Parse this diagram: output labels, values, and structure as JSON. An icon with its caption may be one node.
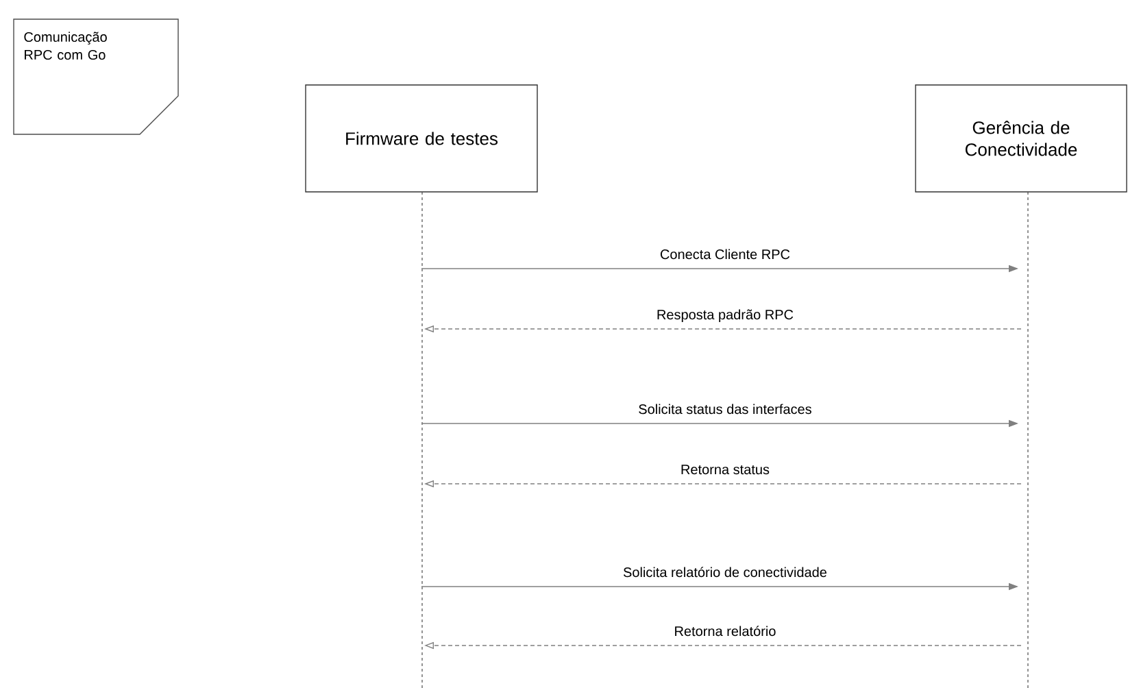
{
  "diagram": {
    "nodes": [
      {
        "text": [
          "Comunicação RPC com Go"
        ]
      },
      {
        "text": [
          "Firmware de testes"
        ]
      },
      {
        "text": [
          "Gerência de Conectividade"
        ]
      }
    ],
    "edges": [
      {
        "from": 1,
        "to": 2,
        "arrow": "to",
        "label": "Conecta Cliente RPC"
      },
      {
        "from": 2,
        "to": 1,
        "arrow": "to",
        "label": "Resposta padrão RPC",
        "style": "dashed"
      },
      {
        "from": 1,
        "to": 2,
        "arrow": "to",
        "label": "Solicita status das interfaces"
      },
      {
        "from": 2,
        "to": 1,
        "arrow": "to",
        "label": "Retorna status",
        "style": "dashed"
      },
      {
        "from": 1,
        "to": 2,
        "arrow": "to",
        "label": "Solicita relatório de conectividade"
      },
      {
        "from": 2,
        "to": 1,
        "arrow": "to",
        "label": "Retorna relatório",
        "style": "dashed"
      }
    ]
  }
}
